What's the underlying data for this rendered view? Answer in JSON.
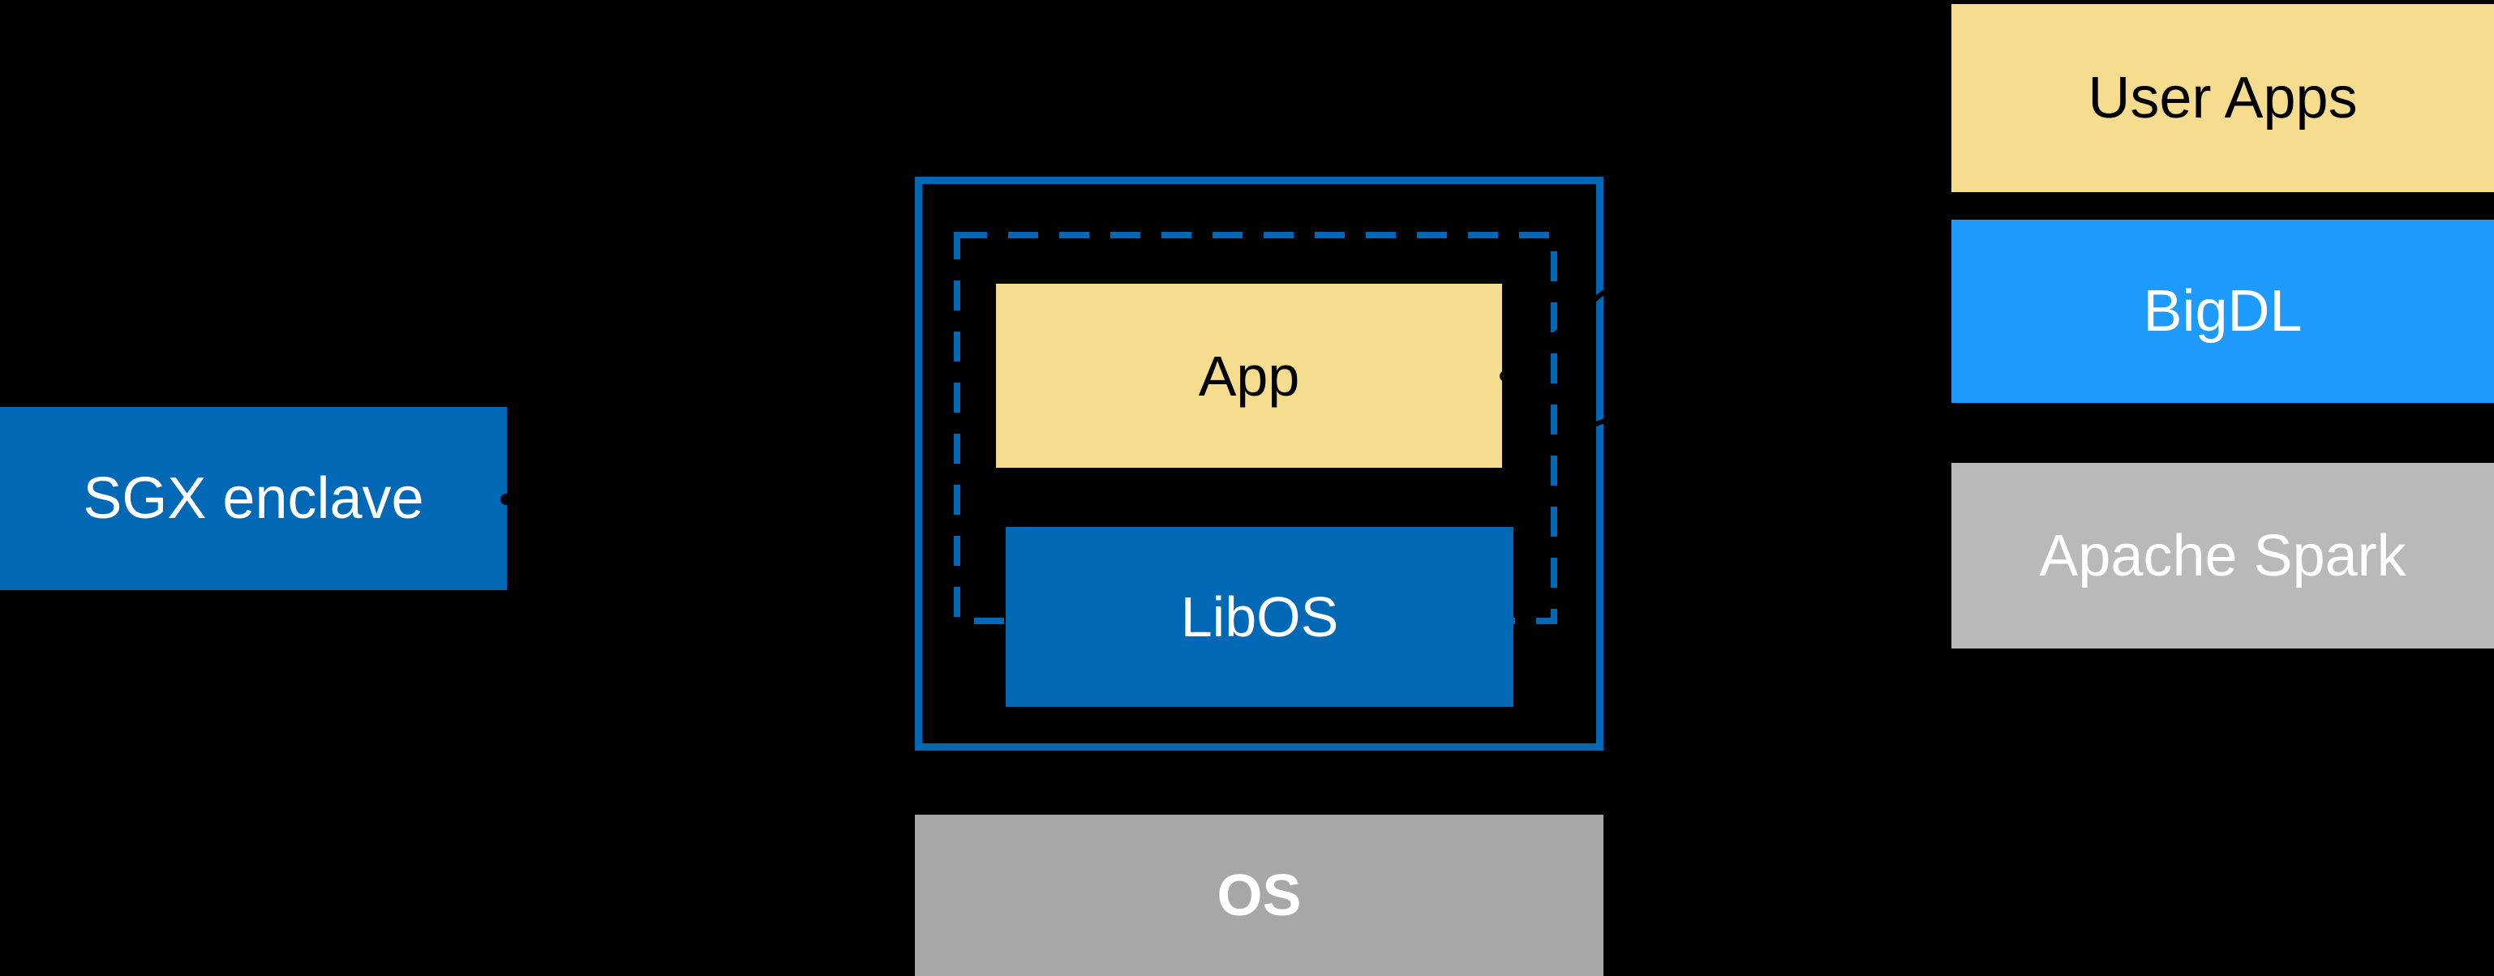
{
  "diagram": {
    "left": {
      "label": "SGX enclave"
    },
    "center": {
      "app_label": "App",
      "libos_label": "LibOS",
      "os_label": "OS"
    },
    "right_stack": {
      "user_apps_label": "User Apps",
      "bigdl_label": "BigDL",
      "apache_spark_label": "Apache Spark"
    },
    "colors": {
      "background": "#000000",
      "intel_blue": "#0068B5",
      "bright_blue": "#1E9AFD",
      "yellow": "#F5DC8E",
      "gray_spark": "#B9B9B9",
      "gray_os": "#A7A7A7",
      "connector_black": "#000000",
      "text_white": "#FFFFFF",
      "text_black": "#000000"
    }
  }
}
